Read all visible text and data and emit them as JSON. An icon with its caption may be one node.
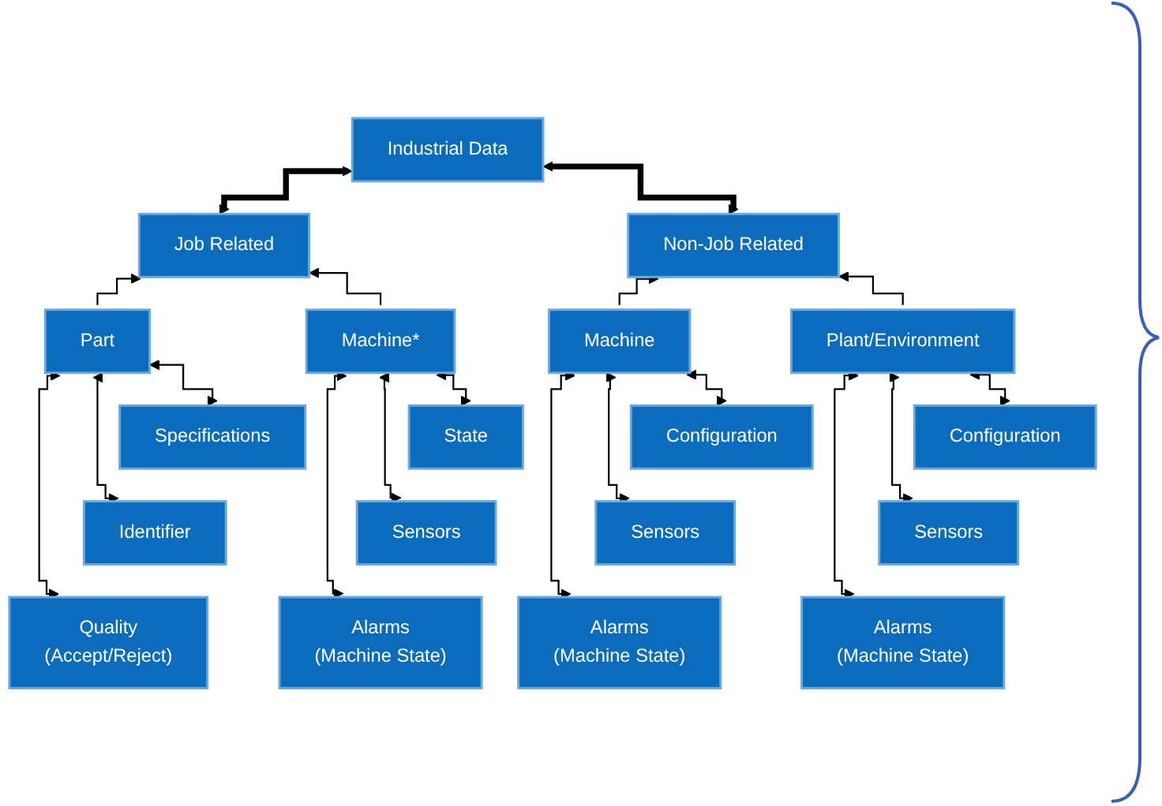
{
  "diagram": {
    "nodes": [
      {
        "text": [
          "Industrial Data"
        ]
      },
      {
        "text": [
          "Job Related"
        ]
      },
      {
        "text": [
          "Non-Job Related"
        ]
      },
      {
        "text": [
          "Part"
        ]
      },
      {
        "text": [
          "Machine*"
        ]
      },
      {
        "text": [
          "Machine"
        ]
      },
      {
        "text": [
          "Plant/Environment"
        ]
      },
      {
        "text": [
          "Specifications"
        ]
      },
      {
        "text": [
          "Identifier"
        ]
      },
      {
        "text": [
          "Quality",
          "(Accept/Reject)"
        ]
      },
      {
        "text": [
          "State"
        ]
      },
      {
        "text": [
          "Sensors"
        ]
      },
      {
        "text": [
          "Alarms",
          "(Machine State)"
        ]
      },
      {
        "text": [
          "Configuration"
        ]
      },
      {
        "text": [
          "Sensors"
        ]
      },
      {
        "text": [
          "Alarms",
          "(Machine State)"
        ]
      },
      {
        "text": [
          "Configuration"
        ]
      },
      {
        "text": [
          "Sensors"
        ]
      },
      {
        "text": [
          "Alarms",
          "(Machine State)"
        ]
      }
    ],
    "edges": [
      {
        "from": 0,
        "to": 1,
        "arrow": "both",
        "style": "thick"
      },
      {
        "from": 0,
        "to": 2,
        "arrow": "both",
        "style": "thick"
      },
      {
        "from": 3,
        "to": 1,
        "arrow": "to"
      },
      {
        "from": 4,
        "to": 1,
        "arrow": "to"
      },
      {
        "from": 5,
        "to": 2,
        "arrow": "to"
      },
      {
        "from": 6,
        "to": 2,
        "arrow": "to"
      },
      {
        "from": 3,
        "to": 7,
        "arrow": "both"
      },
      {
        "from": 3,
        "to": 8,
        "arrow": "both"
      },
      {
        "from": 3,
        "to": 9,
        "arrow": "both"
      },
      {
        "from": 4,
        "to": 10,
        "arrow": "both"
      },
      {
        "from": 4,
        "to": 11,
        "arrow": "both"
      },
      {
        "from": 4,
        "to": 12,
        "arrow": "both"
      },
      {
        "from": 5,
        "to": 13,
        "arrow": "both"
      },
      {
        "from": 5,
        "to": 14,
        "arrow": "both"
      },
      {
        "from": 5,
        "to": 15,
        "arrow": "both"
      },
      {
        "from": 6,
        "to": 16,
        "arrow": "both"
      },
      {
        "from": 6,
        "to": 17,
        "arrow": "both"
      },
      {
        "from": 6,
        "to": 18,
        "arrow": "both"
      }
    ]
  }
}
